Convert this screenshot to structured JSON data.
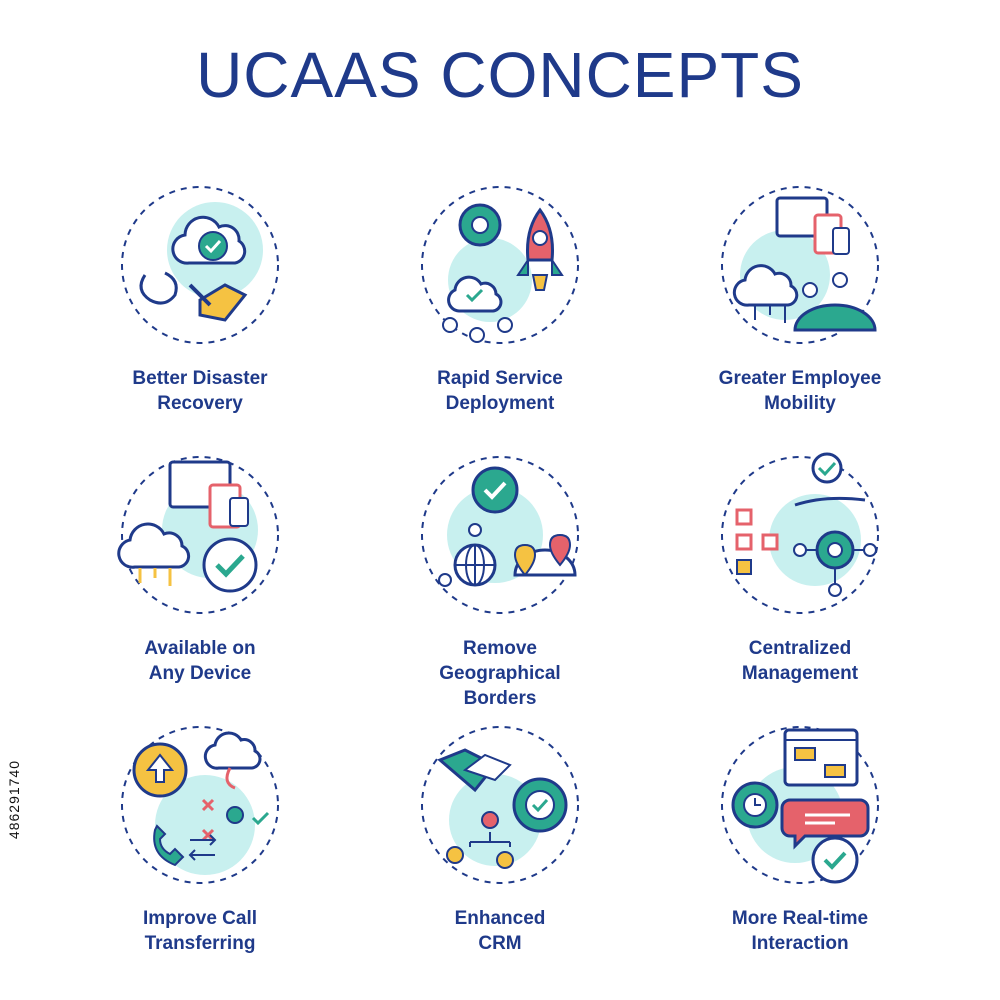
{
  "title": "UCAAS CONCEPTS",
  "concepts": [
    {
      "label": "Better Disaster\nRecovery",
      "icon": "cloud-gear-handshake-icon"
    },
    {
      "label": "Rapid Service\nDeployment",
      "icon": "rocket-gear-cloud-icon"
    },
    {
      "label": "Greater Employee\nMobility",
      "icon": "devices-cloud-globe-icon"
    },
    {
      "label": "Available on\nAny Device",
      "icon": "devices-cloud-check-icon"
    },
    {
      "label": "Remove\nGeographical\nBorders",
      "icon": "globe-location-pins-icon"
    },
    {
      "label": "Centralized\nManagement",
      "icon": "hand-network-hub-icon"
    },
    {
      "label": "Improve Call\nTransferring",
      "icon": "phone-transfer-icon"
    },
    {
      "label": "Enhanced\nCRM",
      "icon": "handshake-gear-people-icon"
    },
    {
      "label": "More Real-time\nInteraction",
      "icon": "chat-bubbles-clock-icon"
    }
  ],
  "stock_id": "486291740",
  "colors": {
    "title": "#1f3a8a",
    "teal": "#2ba88f",
    "light_teal": "#c8f0ef",
    "red": "#e5626b",
    "yellow": "#f5c242",
    "outline": "#1f3a8a"
  }
}
